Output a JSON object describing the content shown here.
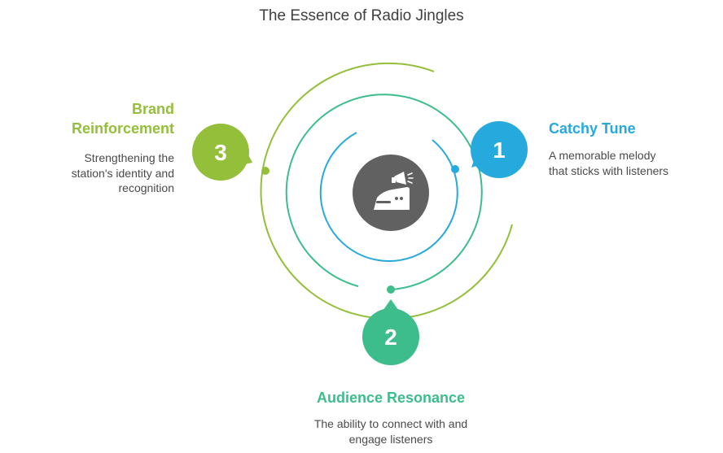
{
  "title": "The Essence of Radio Jingles",
  "colors": {
    "blue": "#26a9dc",
    "teal": "#3dbd8c",
    "green": "#93bf3a",
    "hub": "#616161",
    "title_text": "#3f3f3f",
    "body_text": "#4a4a4a"
  },
  "center_icon": "radio-megaphone-icon",
  "items": [
    {
      "number": "1",
      "heading": "Catchy Tune",
      "description_lines": [
        "A memorable melody",
        "that sticks with listeners"
      ],
      "color": "#26a9dc"
    },
    {
      "number": "2",
      "heading": "Audience Resonance",
      "description_lines": [
        "The ability to connect with and",
        "engage listeners"
      ],
      "color": "#3dbd8c"
    },
    {
      "number": "3",
      "heading_lines": [
        "Brand",
        "Reinforcement"
      ],
      "description_lines": [
        "Strengthening the",
        "station's identity and",
        "recognition"
      ],
      "color": "#93bf3a"
    }
  ]
}
